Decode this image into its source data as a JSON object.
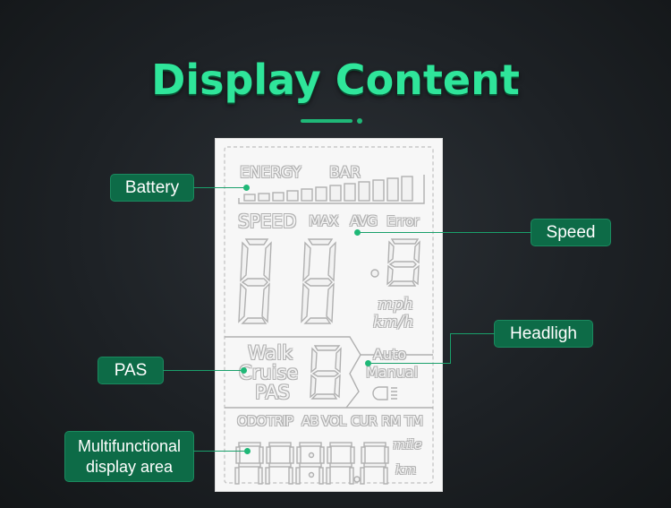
{
  "title": "Display Content",
  "accent_color": "#2fe59a",
  "callouts": {
    "battery": "Battery",
    "speed": "Speed",
    "headlight": "Headligh",
    "pas": "PAS",
    "multifunctional": "Multifunctional display area"
  },
  "lcd": {
    "energy": "ENERGY",
    "bar": "BAR",
    "speed": "SPEED",
    "max": "MAX",
    "avg": "AVG",
    "error": "Error",
    "mph": "mph",
    "kmh": "km/h",
    "walk": "Walk",
    "cruise": "Cruise",
    "pas": "PAS",
    "auto": "Auto",
    "manual": "Manual",
    "odo": "ODO",
    "trip": "TRIP",
    "ab": "AB",
    "vol": "VOL",
    "cur": "CUR",
    "rm": "RM",
    "tm": "TM",
    "mile": "mile",
    "km": "km"
  }
}
